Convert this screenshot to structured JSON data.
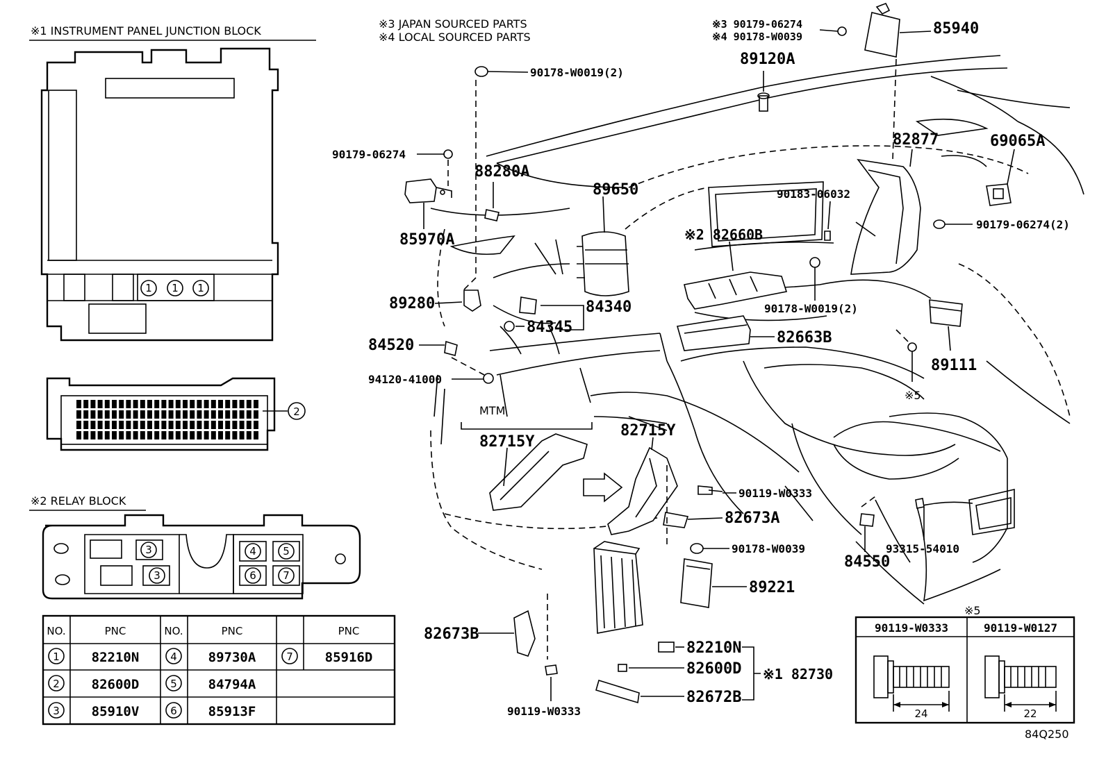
{
  "headings": {
    "junction_block": "※1 INSTRUMENT PANEL JUNCTION BLOCK",
    "japan": "※3 JAPAN SOURCED PARTS",
    "local": "※4 LOCAL SOURCED PARTS",
    "relay_block": "※2 RELAY BLOCK",
    "mtm": "MTM",
    "note5": "※5",
    "diagram_code": "84Q250"
  },
  "markers": {
    "junction_fuse": "1",
    "junction_connector": "2",
    "relay_a": "3",
    "relay_b": "3",
    "relay_4": "4",
    "relay_5": "5",
    "relay_6": "6",
    "relay_7": "7"
  },
  "labels": {
    "p90179_06274_j": "※3 90179-06274",
    "p90178_W0039_l": "※4 90178-W0039",
    "p85940": "85940",
    "p89120A": "89120A",
    "p90178_W0019_2_top": "90178-W0019(2)",
    "p90179_06274_left": "90179-06274",
    "p88280A": "88280A",
    "p89650": "89650",
    "p82877": "82877",
    "p69065A": "69065A",
    "p90183_06032": "90183-06032",
    "p90179_06274_2": "90179-06274(2)",
    "p85970A": "85970A",
    "p82660B": "※2 82660B",
    "p89280": "89280",
    "p84340": "84340",
    "p84345": "84345",
    "p90178_W0019_2_mid": "90178-W0019(2)",
    "p82663B": "82663B",
    "p84520": "84520",
    "p89111": "89111",
    "p94120_41000": "94120-41000",
    "p_note5": "※5",
    "p82715Y_left": "82715Y",
    "p82715Y_right": "82715Y",
    "p90119_W0333_a": "90119-W0333",
    "p82673A": "82673A",
    "p93315_54010": "93315-54010",
    "p90178_W0039": "90178-W0039",
    "p84550": "84550",
    "p89221": "89221",
    "p82673B": "82673B",
    "p82210N": "82210N",
    "p82730": "※1 82730",
    "p82600D": "82600D",
    "p82672B": "82672B",
    "p90119_W0333_b": "90119-W0333"
  },
  "bolt_table": {
    "left_part": "90119-W0333",
    "right_part": "90119-W0127",
    "left_length": "24",
    "right_length": "22"
  },
  "pnc_table": {
    "headers": [
      "NO.",
      "PNC",
      "NO.",
      "PNC",
      "",
      "PNC"
    ],
    "rows": [
      [
        {
          "no": "1",
          "pnc": "82210N"
        },
        {
          "no": "4",
          "pnc": "89730A"
        },
        {
          "no": "7",
          "pnc": "85916D"
        }
      ],
      [
        {
          "no": "2",
          "pnc": "82600D"
        },
        {
          "no": "5",
          "pnc": "84794A"
        },
        {
          "no": "",
          "pnc": ""
        }
      ],
      [
        {
          "no": "3",
          "pnc": "85910V"
        },
        {
          "no": "6",
          "pnc": "85913F"
        },
        {
          "no": "",
          "pnc": ""
        }
      ]
    ]
  }
}
